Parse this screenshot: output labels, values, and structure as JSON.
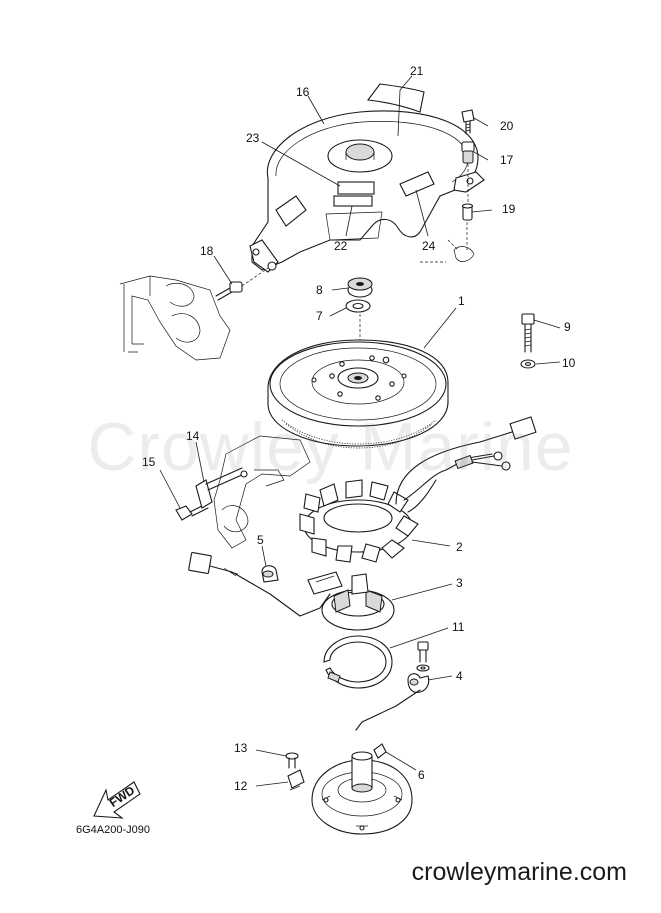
{
  "diagram": {
    "reference_code": "6G4A200-J090",
    "watermark": "Crowley Marine",
    "site_url": "crowleymarine.com",
    "direction_label": "FWD",
    "callouts": [
      {
        "id": "c1",
        "label": "1"
      },
      {
        "id": "c2",
        "label": "2"
      },
      {
        "id": "c3",
        "label": "3"
      },
      {
        "id": "c4",
        "label": "4"
      },
      {
        "id": "c5",
        "label": "5"
      },
      {
        "id": "c6",
        "label": "6"
      },
      {
        "id": "c7",
        "label": "7"
      },
      {
        "id": "c8",
        "label": "8"
      },
      {
        "id": "c9",
        "label": "9"
      },
      {
        "id": "c10",
        "label": "10"
      },
      {
        "id": "c11",
        "label": "11"
      },
      {
        "id": "c12",
        "label": "12"
      },
      {
        "id": "c13",
        "label": "13"
      },
      {
        "id": "c14",
        "label": "14"
      },
      {
        "id": "c15",
        "label": "15"
      },
      {
        "id": "c16",
        "label": "16"
      },
      {
        "id": "c17",
        "label": "17"
      },
      {
        "id": "c18",
        "label": "18"
      },
      {
        "id": "c19",
        "label": "19"
      },
      {
        "id": "c20",
        "label": "20"
      },
      {
        "id": "c21",
        "label": "21"
      },
      {
        "id": "c22",
        "label": "22"
      },
      {
        "id": "c23",
        "label": "23"
      },
      {
        "id": "c24",
        "label": "24"
      }
    ]
  }
}
